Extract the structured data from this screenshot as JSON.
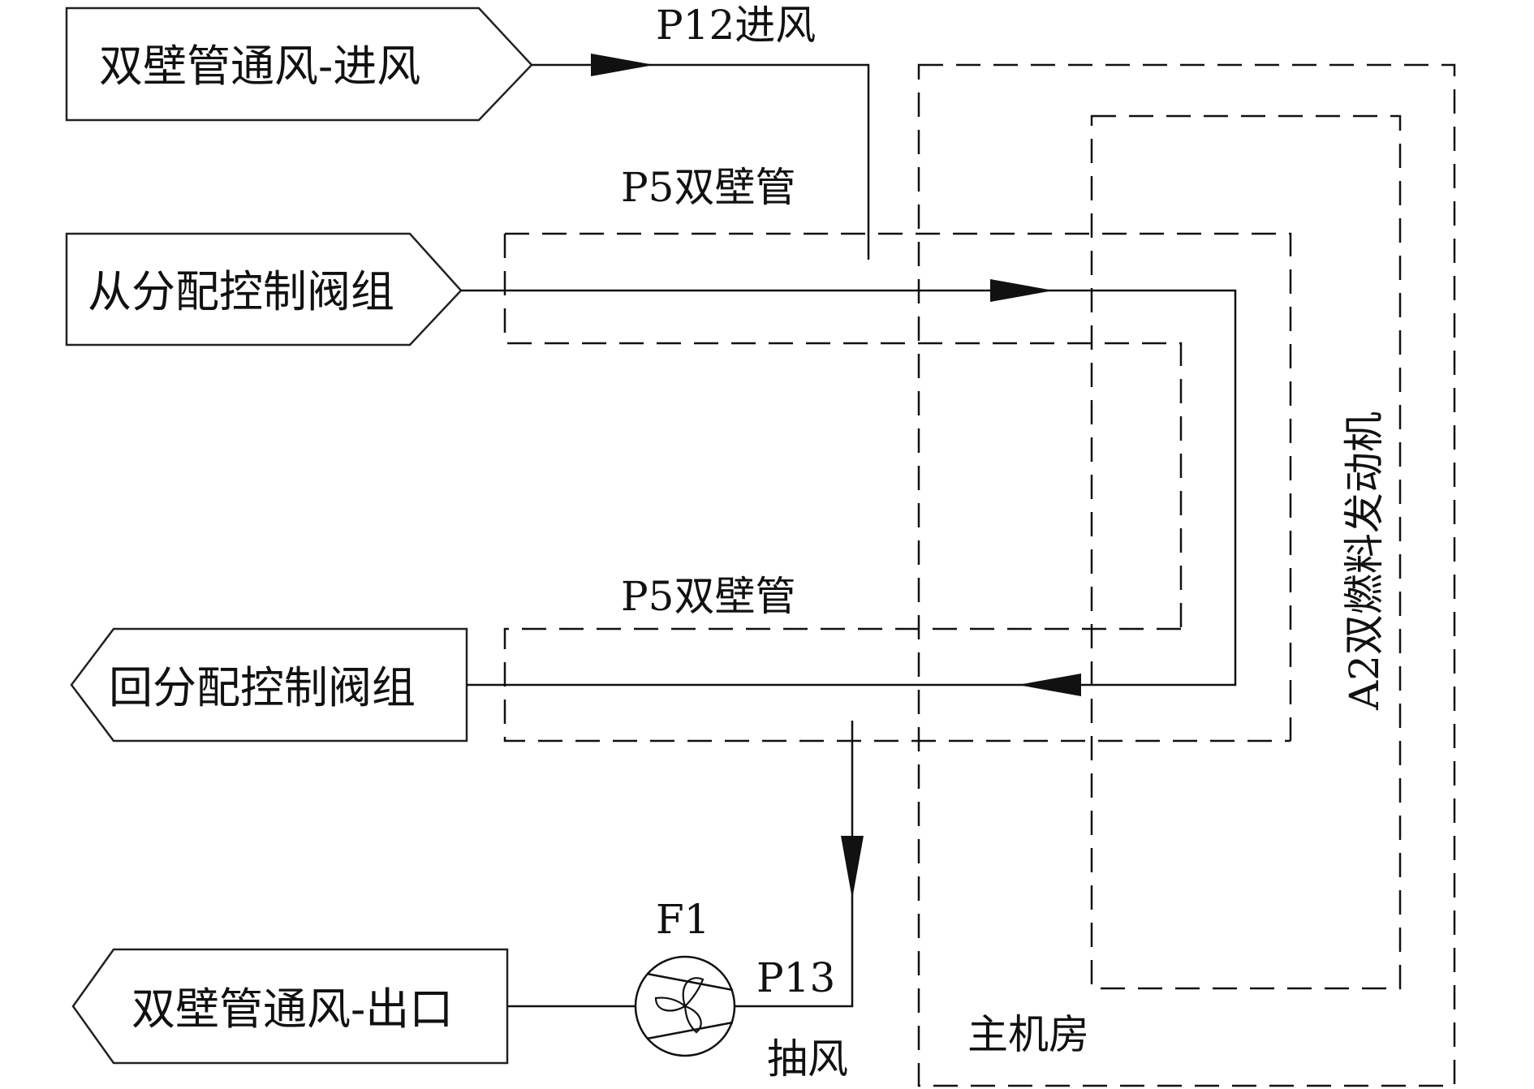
{
  "terminals": {
    "inlet": "双壁管通风-进风",
    "from_valve": "从分配控制阀组",
    "return_valve": "回分配控制阀组",
    "outlet": "双壁管通风-出口"
  },
  "labels": {
    "p12_inlet": "P12进风",
    "p5_pipe_top": "P5双壁管",
    "p5_pipe_bottom": "P5双壁管",
    "engine": "A2双燃料发动机",
    "engine_room": "主机房",
    "fan": "F1",
    "p13": "P13",
    "exhaust": "抽风"
  },
  "icons": {
    "fan": "fan-icon"
  },
  "colors": {
    "line": "#111111",
    "background": "#ffffff"
  }
}
